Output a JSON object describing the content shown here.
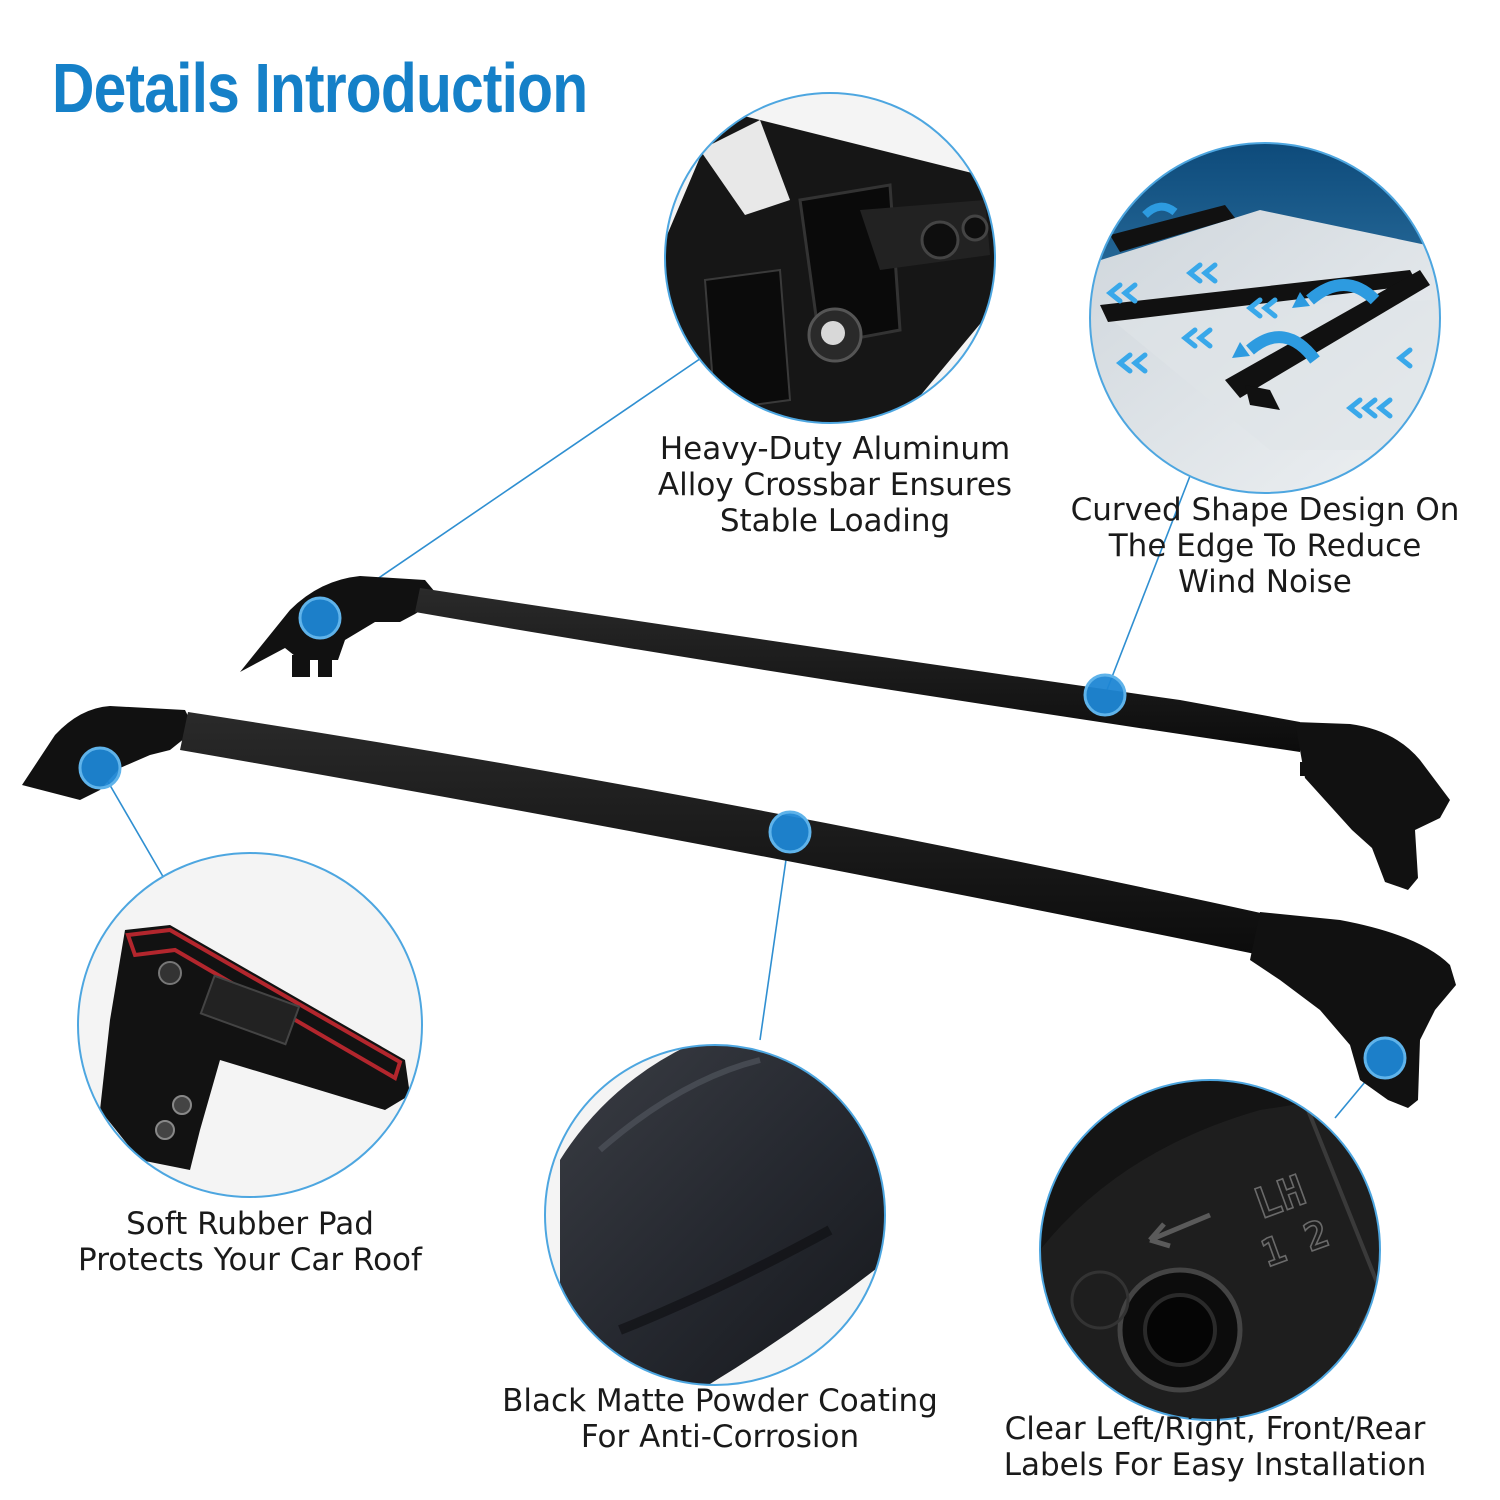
{
  "title": "Details Introduction",
  "colors": {
    "title": "#1580c8",
    "callout_line": "#2f8fd1",
    "callout_dot": "#1d86d4",
    "bar": "#141414",
    "circle_border": "#4da6e0"
  },
  "callouts": [
    {
      "id": "mount",
      "icon": "crossbar-mount-closeup",
      "lines": [
        "Heavy-Duty Aluminum",
        "Alloy Crossbar Ensures",
        "Stable Loading"
      ]
    },
    {
      "id": "curved",
      "icon": "car-roof-airflow-photo",
      "lines": [
        "Curved Shape Design On",
        "The Edge To Reduce",
        "Wind Noise"
      ]
    },
    {
      "id": "rubber",
      "icon": "rubber-pad-closeup",
      "lines": [
        "Soft Rubber Pad",
        "Protects Your Car Roof"
      ]
    },
    {
      "id": "coating",
      "icon": "matte-coating-closeup",
      "lines": [
        "Black Matte Powder Coating",
        "For Anti-Corrosion"
      ]
    },
    {
      "id": "labels",
      "icon": "lh-label-closeup",
      "lines": [
        "Clear Left/Right, Front/Rear",
        "Labels For Easy Installation"
      ],
      "embossed": "LH",
      "embossed_numbers": "1 2"
    }
  ]
}
